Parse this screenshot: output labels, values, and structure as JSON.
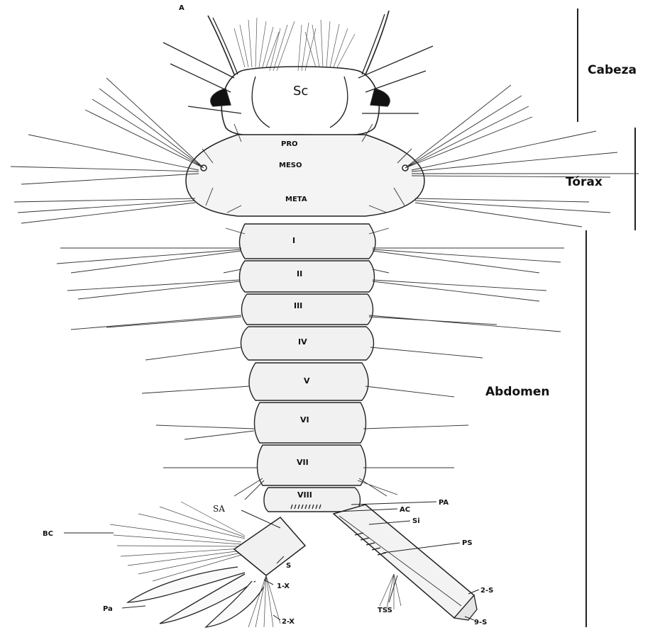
{
  "regions": {
    "head": "Cabeza",
    "thorax": "Tórax",
    "abdomen": "Abdomen"
  },
  "head_labels": {
    "antenna": "A",
    "sc": "Sc"
  },
  "thorax_segments": [
    "PRO",
    "MESO",
    "META"
  ],
  "abdominal_segments": [
    "I",
    "II",
    "III",
    "IV",
    "V",
    "VI",
    "VII",
    "VIII"
  ],
  "terminal_labels": {
    "sa": "SA",
    "bc": "BC",
    "s": "S",
    "x1": "1-X",
    "pa_lower": "Pa",
    "x2": "2-X",
    "pa": "PA",
    "ac": "AC",
    "si": "Si",
    "ps": "PS",
    "s2": "2-S",
    "tss": "TSS",
    "s9": "9-S"
  }
}
